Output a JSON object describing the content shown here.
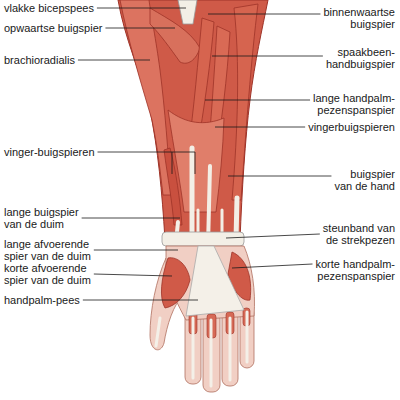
{
  "diagram": {
    "labels": [
      "vlakke bicepspees",
      "binnenwaartse buigspier",
      "opwaartse buigspier",
      "spaakbeen-handbuigspier",
      "brachioradialis",
      "lange handpalm-pezenspanspier",
      "vingerbuigspieren",
      "vinger-buigspieren",
      "buigspier van de hand",
      "lange buigspier van de duim",
      "steunband van de strekpezen",
      "lange afvoerende spier van de duim",
      "korte handpalm-pezenspanspier",
      "korte afvoerende spier van de duim",
      "handpalm-pees"
    ]
  }
}
